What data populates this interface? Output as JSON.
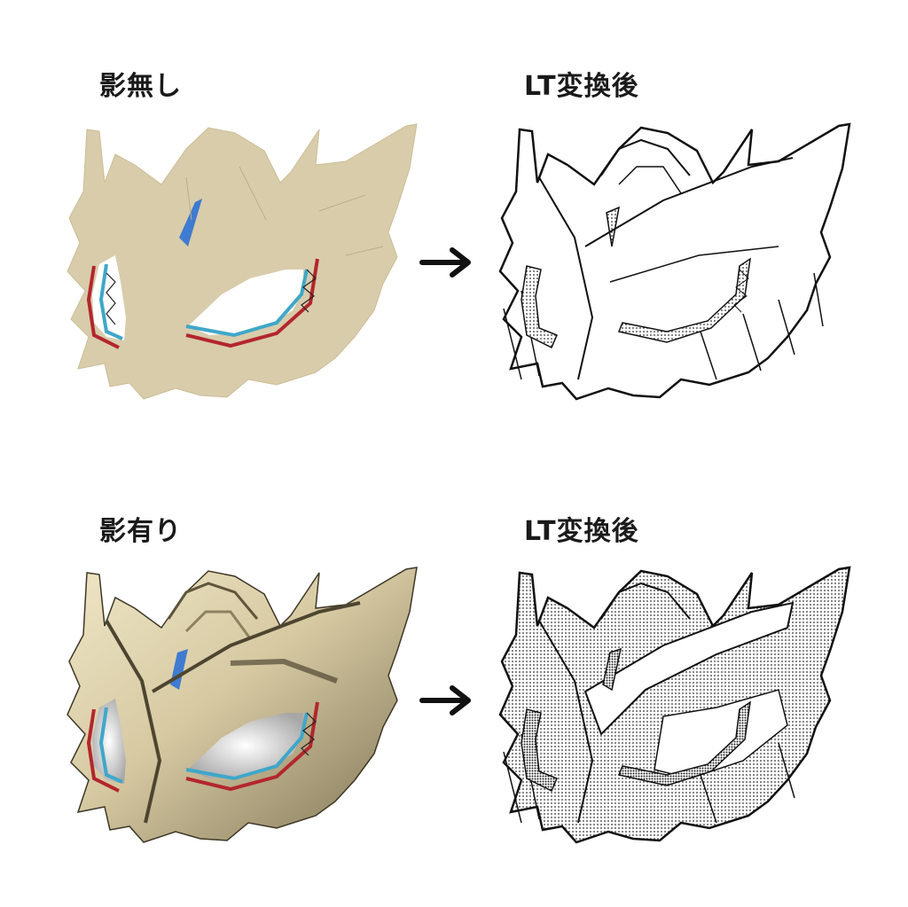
{
  "labels": {
    "no_shadow": "影無し",
    "no_shadow_after": "LT変換後",
    "with_shadow": "影有り",
    "with_shadow_after": "LT変換後"
  },
  "colors": {
    "mask_base": "#d8ccab",
    "mask_shadow": "#8c8160",
    "gem_blue": "#3f7bd0",
    "eye_rim_red": "#b3262d",
    "eye_rim_cyan": "#3fa7c9",
    "ink": "#111111"
  },
  "icons": [
    "right-arrow-icon"
  ]
}
